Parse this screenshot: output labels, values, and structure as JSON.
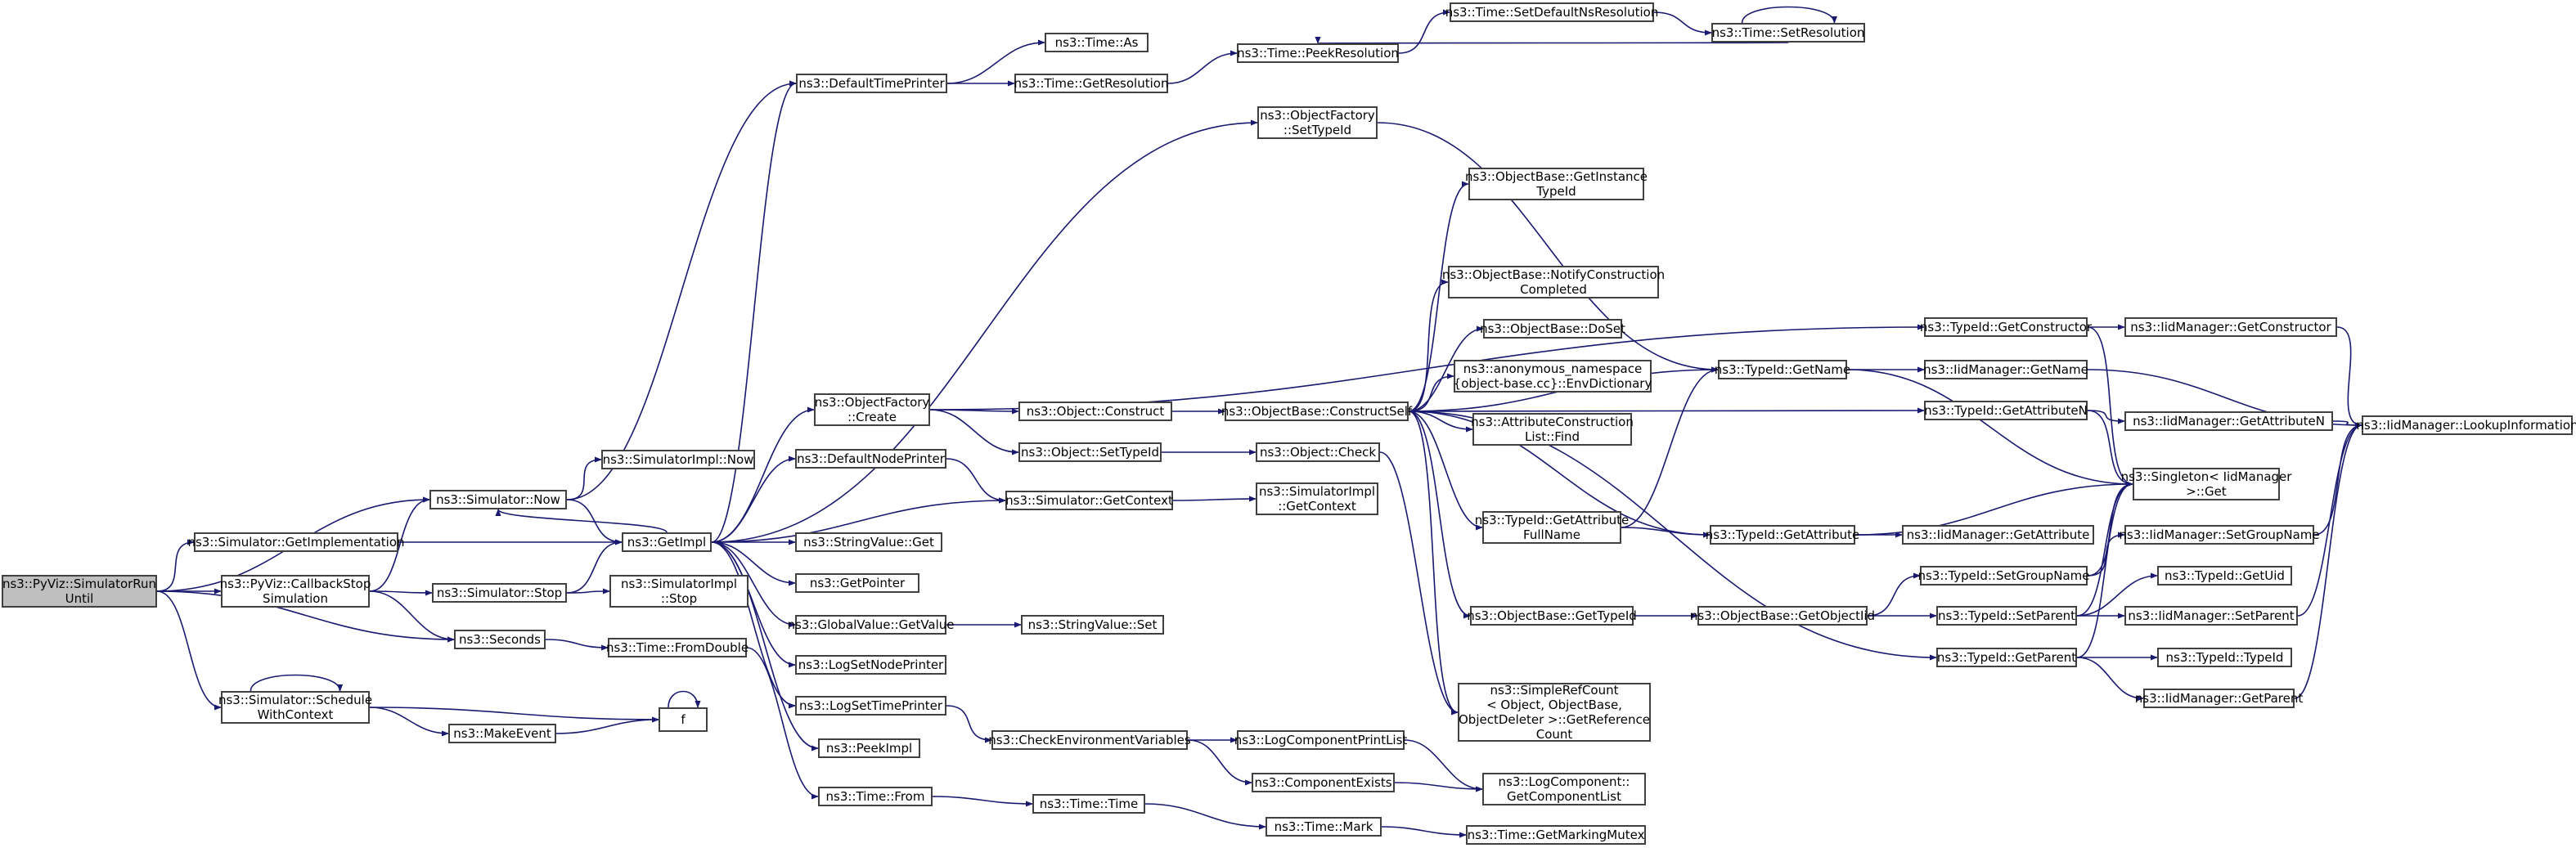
{
  "graph": {
    "kind": "call-graph",
    "root": "pyviz",
    "style": {
      "edge_color": "#191970",
      "node_border": "#404040",
      "root_fill": "#bfbfbf",
      "node_fill": "#ffffff"
    },
    "nodes": {
      "pyviz": [
        "ns3::PyViz::SimulatorRun",
        "Until"
      ],
      "sim_getimpl": [
        "ns3::Simulator::GetImplementation"
      ],
      "pyviz_cbstop": [
        "ns3::PyViz::CallbackStop",
        "Simulation"
      ],
      "sim_now": [
        "ns3::Simulator::Now"
      ],
      "seconds": [
        "ns3::Seconds"
      ],
      "sched_ctx": [
        "ns3::Simulator::Schedule",
        "WithContext"
      ],
      "simimpl_now": [
        "ns3::SimulatorImpl::Now"
      ],
      "getimpl": [
        "ns3::GetImpl"
      ],
      "sim_stop": [
        "ns3::Simulator::Stop"
      ],
      "simimpl_stop": [
        "ns3::SimulatorImpl",
        "::Stop"
      ],
      "time_fromdouble": [
        "ns3::Time::FromDouble"
      ],
      "makeevent": [
        "ns3::MakeEvent"
      ],
      "f": [
        "f"
      ],
      "default_time_printer": [
        "ns3::DefaultTimePrinter"
      ],
      "time_as": [
        "ns3::Time::As"
      ],
      "time_getres": [
        "ns3::Time::GetResolution"
      ],
      "time_peekres": [
        "ns3::Time::PeekResolution"
      ],
      "time_setdefns": [
        "ns3::Time::SetDefaultNsResolution"
      ],
      "time_setres": [
        "ns3::Time::SetResolution"
      ],
      "objfactory_settypeid": [
        "ns3::ObjectFactory",
        "::SetTypeId"
      ],
      "objfactory_create": [
        "ns3::ObjectFactory",
        "::Create"
      ],
      "default_node_printer": [
        "ns3::DefaultNodePrinter"
      ],
      "stringvalue_get": [
        "ns3::StringValue::Get"
      ],
      "getpointer": [
        "ns3::GetPointer"
      ],
      "globalvalue_getvalue": [
        "ns3::GlobalValue::GetValue"
      ],
      "log_set_node_printer": [
        "ns3::LogSetNodePrinter"
      ],
      "log_set_time_printer": [
        "ns3::LogSetTimePrinter"
      ],
      "peekimpl": [
        "ns3::PeekImpl"
      ],
      "time_from": [
        "ns3::Time::From"
      ],
      "object_construct": [
        "ns3::Object::Construct"
      ],
      "object_settypeid": [
        "ns3::Object::SetTypeId"
      ],
      "sim_getcontext": [
        "ns3::Simulator::GetContext"
      ],
      "stringvalue_set": [
        "ns3::StringValue::Set"
      ],
      "check_env_vars": [
        "ns3::CheckEnvironmentVariables"
      ],
      "time_time": [
        "ns3::Time::Time"
      ],
      "objbase_constructself": [
        "ns3::ObjectBase::ConstructSelf"
      ],
      "object_check": [
        "ns3::Object::Check"
      ],
      "simimpl_getcontext": [
        "ns3::SimulatorImpl",
        "::GetContext"
      ],
      "log_component_print_list": [
        "ns3::LogComponentPrintList"
      ],
      "component_exists": [
        "ns3::ComponentExists"
      ],
      "time_mark": [
        "ns3::Time::Mark"
      ],
      "objbase_getinstancetypeid": [
        "ns3::ObjectBase::GetInstance",
        "TypeId"
      ],
      "objbase_notifyconstructioncompleted": [
        "ns3::ObjectBase::NotifyConstruction",
        "Completed"
      ],
      "objbase_doset": [
        "ns3::ObjectBase::DoSet"
      ],
      "env_dictionary": [
        "ns3::anonymous_namespace",
        "{object-base.cc}::EnvDictionary"
      ],
      "attrconstructionlist_find": [
        "ns3::AttributeConstruction",
        "List::Find"
      ],
      "typeid_getattributefullname": [
        "ns3::TypeId::GetAttribute",
        "FullName"
      ],
      "objbase_gettypeid": [
        "ns3::ObjectBase::GetTypeId"
      ],
      "simplerefcount_getrefcount": [
        "ns3::SimpleRefCount",
        "< Object, ObjectBase,",
        "ObjectDeleter >::GetReference",
        "Count"
      ],
      "logcomponent_getcomponentlist": [
        "ns3::LogComponent::",
        "GetComponentList"
      ],
      "time_getmarkingmutex": [
        "ns3::Time::GetMarkingMutex"
      ],
      "typeid_getname": [
        "ns3::TypeId::GetName"
      ],
      "typeid_getattribute": [
        "ns3::TypeId::GetAttribute"
      ],
      "objbase_getobjectiid": [
        "ns3::ObjectBase::GetObjectIid"
      ],
      "typeid_getconstructor": [
        "ns3::TypeId::GetConstructor"
      ],
      "iidmanager_getname": [
        "ns3::IidManager::GetName"
      ],
      "typeid_getattributen": [
        "ns3::TypeId::GetAttributeN"
      ],
      "iidmanager_getattribute": [
        "ns3::IidManager::GetAttribute"
      ],
      "typeid_setgroupname": [
        "ns3::TypeId::SetGroupName"
      ],
      "typeid_setparent": [
        "ns3::TypeId::SetParent"
      ],
      "typeid_getparent": [
        "ns3::TypeId::GetParent"
      ],
      "iidmanager_getconstructor": [
        "ns3::IidManager::GetConstructor"
      ],
      "iidmanager_getattributen": [
        "ns3::IidManager::GetAttributeN"
      ],
      "singleton_get": [
        "ns3::Singleton< IidManager",
        ">::Get"
      ],
      "iidmanager_setgroupname": [
        "ns3::IidManager::SetGroupName"
      ],
      "typeid_getuid": [
        "ns3::TypeId::GetUid"
      ],
      "iidmanager_setparent": [
        "ns3::IidManager::SetParent"
      ],
      "typeid_typeid": [
        "ns3::TypeId::TypeId"
      ],
      "iidmanager_getparent": [
        "ns3::IidManager::GetParent"
      ],
      "iidmanager_lookupinformation": [
        "ns3::IidManager::LookupInformation"
      ]
    },
    "edges": [
      [
        "pyviz",
        "sim_getimpl"
      ],
      [
        "pyviz",
        "pyviz_cbstop"
      ],
      [
        "pyviz",
        "sim_now"
      ],
      [
        "pyviz",
        "seconds"
      ],
      [
        "pyviz",
        "sched_ctx"
      ],
      [
        "sim_getimpl",
        "getimpl"
      ],
      [
        "pyviz_cbstop",
        "sim_now"
      ],
      [
        "pyviz_cbstop",
        "sim_stop"
      ],
      [
        "pyviz_cbstop",
        "seconds"
      ],
      [
        "sim_now",
        "simimpl_now"
      ],
      [
        "sim_now",
        "getimpl"
      ],
      [
        "sim_now",
        "default_time_printer"
      ],
      [
        "getimpl",
        "sim_now"
      ],
      [
        "getimpl",
        "default_time_printer"
      ],
      [
        "getimpl",
        "objfactory_settypeid"
      ],
      [
        "getimpl",
        "objfactory_create"
      ],
      [
        "getimpl",
        "default_node_printer"
      ],
      [
        "getimpl",
        "sim_getcontext"
      ],
      [
        "getimpl",
        "stringvalue_get"
      ],
      [
        "getimpl",
        "getpointer"
      ],
      [
        "getimpl",
        "globalvalue_getvalue"
      ],
      [
        "getimpl",
        "log_set_node_printer"
      ],
      [
        "getimpl",
        "log_set_time_printer"
      ],
      [
        "getimpl",
        "peekimpl"
      ],
      [
        "sim_stop",
        "getimpl"
      ],
      [
        "sim_stop",
        "simimpl_stop"
      ],
      [
        "seconds",
        "time_fromdouble"
      ],
      [
        "time_fromdouble",
        "time_from"
      ],
      [
        "sched_ctx",
        "sched_ctx"
      ],
      [
        "sched_ctx",
        "makeevent"
      ],
      [
        "sched_ctx",
        "f"
      ],
      [
        "makeevent",
        "f"
      ],
      [
        "f",
        "f"
      ],
      [
        "default_time_printer",
        "time_as"
      ],
      [
        "default_time_printer",
        "time_getres"
      ],
      [
        "time_getres",
        "time_peekres"
      ],
      [
        "time_peekres",
        "time_setdefns"
      ],
      [
        "time_setdefns",
        "time_setres"
      ],
      [
        "time_setres",
        "time_peekres"
      ],
      [
        "time_setres",
        "time_setres"
      ],
      [
        "objfactory_settypeid",
        "typeid_getname"
      ],
      [
        "objfactory_create",
        "object_construct"
      ],
      [
        "objfactory_create",
        "object_settypeid"
      ],
      [
        "objfactory_create",
        "typeid_getconstructor"
      ],
      [
        "object_construct",
        "objbase_constructself"
      ],
      [
        "object_settypeid",
        "object_check"
      ],
      [
        "object_check",
        "simplerefcount_getrefcount"
      ],
      [
        "default_node_printer",
        "sim_getcontext"
      ],
      [
        "sim_getcontext",
        "simimpl_getcontext"
      ],
      [
        "globalvalue_getvalue",
        "stringvalue_set"
      ],
      [
        "log_set_time_printer",
        "check_env_vars"
      ],
      [
        "check_env_vars",
        "log_component_print_list"
      ],
      [
        "check_env_vars",
        "component_exists"
      ],
      [
        "log_component_print_list",
        "logcomponent_getcomponentlist"
      ],
      [
        "component_exists",
        "logcomponent_getcomponentlist"
      ],
      [
        "time_from",
        "time_time"
      ],
      [
        "time_time",
        "time_mark"
      ],
      [
        "time_mark",
        "time_getmarkingmutex"
      ],
      [
        "objbase_constructself",
        "objbase_getinstancetypeid"
      ],
      [
        "objbase_constructself",
        "objbase_notifyconstructioncompleted"
      ],
      [
        "objbase_constructself",
        "objbase_doset"
      ],
      [
        "objbase_constructself",
        "env_dictionary"
      ],
      [
        "objbase_constructself",
        "attrconstructionlist_find"
      ],
      [
        "objbase_constructself",
        "typeid_getattributefullname"
      ],
      [
        "objbase_constructself",
        "objbase_gettypeid"
      ],
      [
        "objbase_constructself",
        "typeid_getname"
      ],
      [
        "objbase_constructself",
        "typeid_getattributen"
      ],
      [
        "objbase_constructself",
        "typeid_getattribute"
      ],
      [
        "objbase_constructself",
        "typeid_getparent"
      ],
      [
        "objbase_constructself",
        "simplerefcount_getrefcount"
      ],
      [
        "typeid_getattributefullname",
        "typeid_getname"
      ],
      [
        "typeid_getattributefullname",
        "typeid_getattribute"
      ],
      [
        "objbase_gettypeid",
        "objbase_getobjectiid"
      ],
      [
        "objbase_getobjectiid",
        "typeid_setgroupname"
      ],
      [
        "objbase_getobjectiid",
        "typeid_setparent"
      ],
      [
        "typeid_getname",
        "iidmanager_getname"
      ],
      [
        "typeid_getname",
        "singleton_get"
      ],
      [
        "typeid_getattribute",
        "iidmanager_getattribute"
      ],
      [
        "typeid_getattribute",
        "singleton_get"
      ],
      [
        "typeid_getconstructor",
        "iidmanager_getconstructor"
      ],
      [
        "typeid_getconstructor",
        "singleton_get"
      ],
      [
        "typeid_getattributen",
        "iidmanager_getattributen"
      ],
      [
        "typeid_getattributen",
        "singleton_get"
      ],
      [
        "typeid_setgroupname",
        "iidmanager_setgroupname"
      ],
      [
        "typeid_setgroupname",
        "singleton_get"
      ],
      [
        "typeid_setparent",
        "typeid_getuid"
      ],
      [
        "typeid_setparent",
        "iidmanager_setparent"
      ],
      [
        "typeid_setparent",
        "singleton_get"
      ],
      [
        "typeid_getparent",
        "typeid_typeid"
      ],
      [
        "typeid_getparent",
        "iidmanager_getparent"
      ],
      [
        "typeid_getparent",
        "singleton_get"
      ],
      [
        "iidmanager_getname",
        "iidmanager_lookupinformation"
      ],
      [
        "iidmanager_getconstructor",
        "iidmanager_lookupinformation"
      ],
      [
        "iidmanager_getattributen",
        "iidmanager_lookupinformation"
      ],
      [
        "iidmanager_setgroupname",
        "iidmanager_lookupinformation"
      ],
      [
        "iidmanager_setparent",
        "iidmanager_lookupinformation"
      ],
      [
        "iidmanager_getparent",
        "iidmanager_lookupinformation"
      ]
    ]
  }
}
